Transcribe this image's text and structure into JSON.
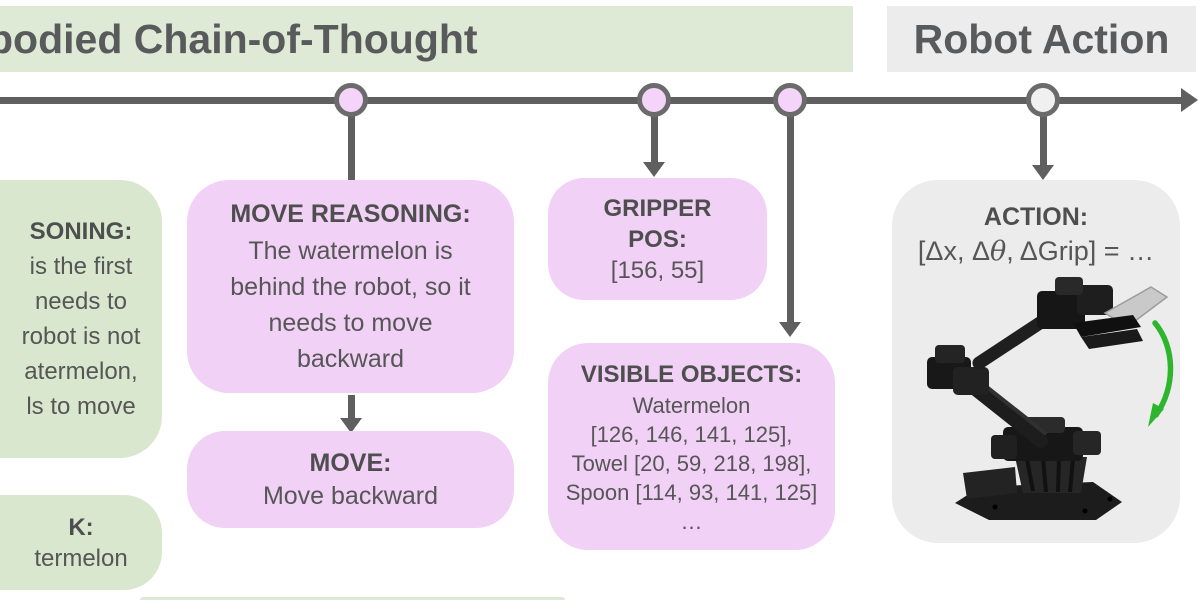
{
  "banners": {
    "ecot_title": "bodied Chain-of-Thought",
    "robot_action_title": "Robot Action"
  },
  "boxes": {
    "reasoning_partial": {
      "header": "SONING:",
      "lines": [
        "is the first",
        "needs to",
        "robot is not",
        "atermelon,",
        "ls to move"
      ]
    },
    "task_partial": {
      "header": "K:",
      "body": "termelon"
    },
    "move_reasoning": {
      "header": "MOVE REASONING:",
      "lines": [
        "The watermelon is",
        "behind the robot, so it",
        "needs to move",
        "backward"
      ]
    },
    "move": {
      "header": "MOVE:",
      "body": "Move backward"
    },
    "gripper_pos": {
      "header_lines": [
        "GRIPPER",
        "POS:"
      ],
      "value": "[156, 55]"
    },
    "visible_objects": {
      "header": "VISIBLE OBJECTS:",
      "lines": [
        "Watermelon",
        "[126, 146, 141, 125],",
        "Towel [20, 59, 218, 198],",
        "Spoon [114, 93, 141, 125]",
        "…"
      ]
    },
    "action": {
      "header": "ACTION:",
      "formula_pre": "[Δx, Δ",
      "formula_theta": "θ",
      "formula_post": ", ΔGrip] = …"
    }
  },
  "colors": {
    "banner_green": "#deead5",
    "box_green": "#d9e7ce",
    "box_pink": "#f1d1f6",
    "box_gray": "#ececec",
    "timeline_gray": "#5f5f5f",
    "node_pink": "#f4d4f8",
    "node_gray": "#f0f0f0",
    "text_gray": "#565656",
    "rotation_arrow_green": "#2db52d"
  }
}
